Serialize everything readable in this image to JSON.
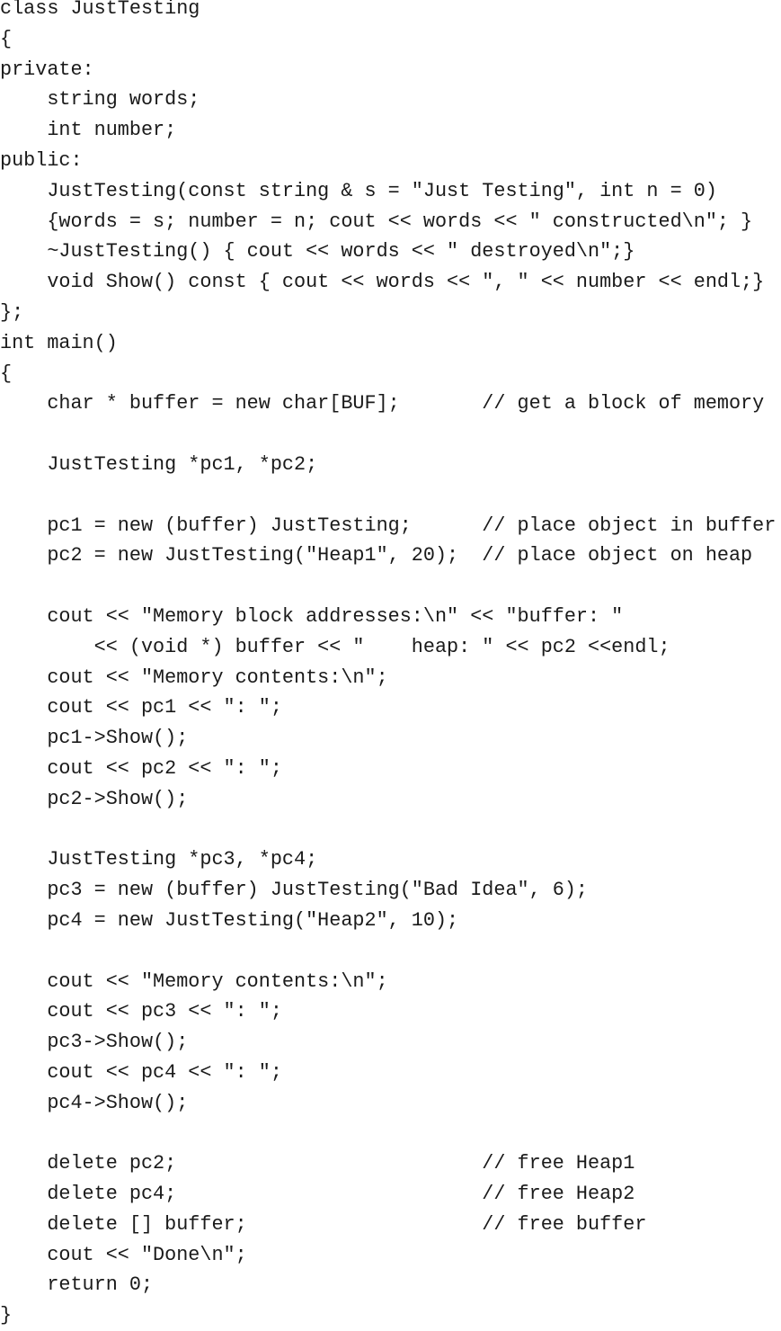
{
  "code_listing": {
    "lines": [
      "class JustTesting",
      "{",
      "private:",
      "    string words;",
      "    int number;",
      "public:",
      "    JustTesting(const string & s = \"Just Testing\", int n = 0)",
      "    {words = s; number = n; cout << words << \" constructed\\n\"; }",
      "    ~JustTesting() { cout << words << \" destroyed\\n\";}",
      "    void Show() const { cout << words << \", \" << number << endl;}",
      "};",
      "int main()",
      "{",
      "    char * buffer = new char[BUF];       // get a block of memory",
      "",
      "    JustTesting *pc1, *pc2;",
      "",
      "    pc1 = new (buffer) JustTesting;      // place object in buffer",
      "    pc2 = new JustTesting(\"Heap1\", 20);  // place object on heap",
      "",
      "    cout << \"Memory block addresses:\\n\" << \"buffer: \"",
      "        << (void *) buffer << \"    heap: \" << pc2 <<endl;",
      "    cout << \"Memory contents:\\n\";",
      "    cout << pc1 << \": \";",
      "    pc1->Show();",
      "    cout << pc2 << \": \";",
      "    pc2->Show();",
      "",
      "    JustTesting *pc3, *pc4;",
      "    pc3 = new (buffer) JustTesting(\"Bad Idea\", 6);",
      "    pc4 = new JustTesting(\"Heap2\", 10);",
      "",
      "    cout << \"Memory contents:\\n\";",
      "    cout << pc3 << \": \";",
      "    pc3->Show();",
      "    cout << pc4 << \": \";",
      "    pc4->Show();",
      "",
      "    delete pc2;                          // free Heap1",
      "    delete pc4;                          // free Heap2",
      "    delete [] buffer;                    // free buffer",
      "    cout << \"Done\\n\";",
      "    return 0;",
      "}"
    ]
  }
}
